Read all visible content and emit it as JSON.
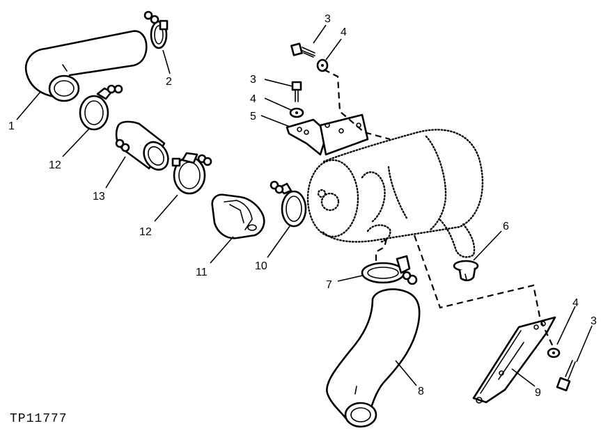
{
  "figure_id": "TP11777",
  "callouts": {
    "c1": "1",
    "c2": "2",
    "c3a": "3",
    "c3b": "3",
    "c3c": "3",
    "c4a": "4",
    "c4b": "4",
    "c4c": "4",
    "c5": "5",
    "c6": "6",
    "c7": "7",
    "c8": "8",
    "c9": "9",
    "c10": "10",
    "c11": "11",
    "c12a": "12",
    "c12b": "12",
    "c13": "13"
  }
}
